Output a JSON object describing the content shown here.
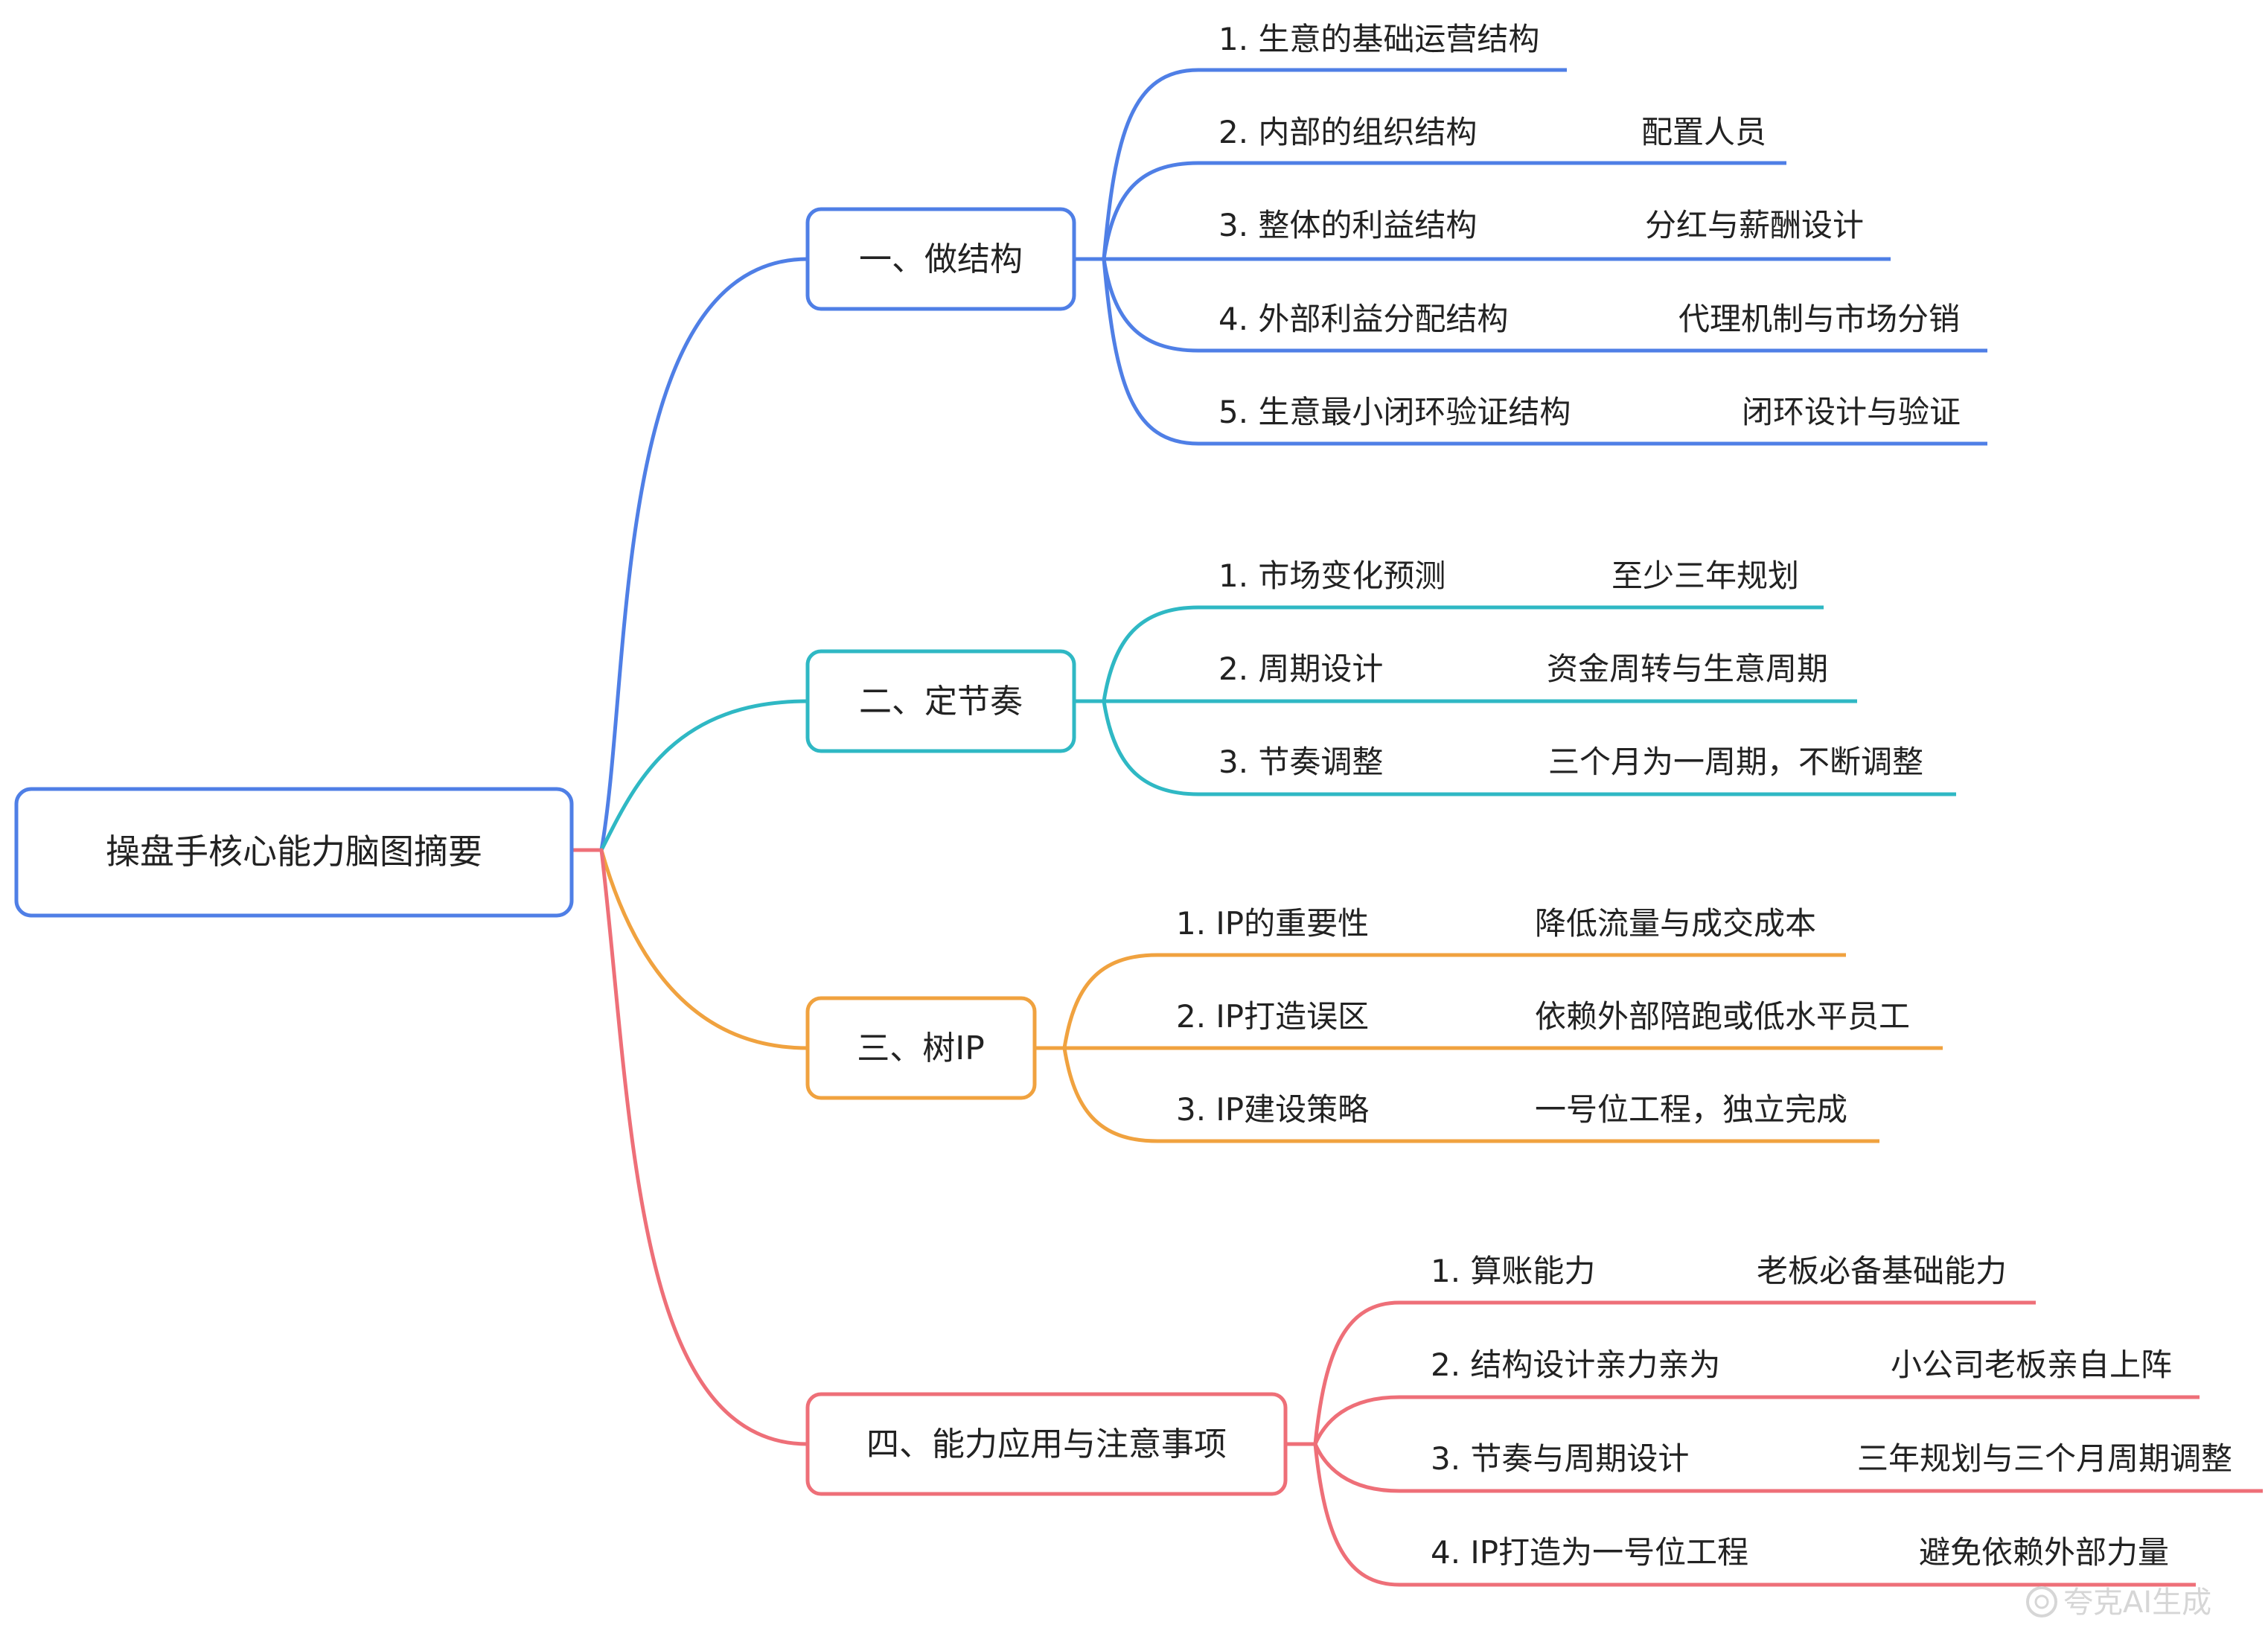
{
  "root": {
    "label": "操盘手核心能力脑图摘要"
  },
  "branches": [
    {
      "label": "一、做结构",
      "color": "#4F7FE6",
      "items": [
        {
          "label": "1. 生意的基础运营结构",
          "note": ""
        },
        {
          "label": "2. 内部的组织结构",
          "note": "配置人员"
        },
        {
          "label": "3. 整体的利益结构",
          "note": "分红与薪酬设计"
        },
        {
          "label": "4. 外部利益分配结构",
          "note": "代理机制与市场分销"
        },
        {
          "label": "5. 生意最小闭环验证结构",
          "note": "闭环设计与验证"
        }
      ]
    },
    {
      "label": "二、定节奏",
      "color": "#2FB8C4",
      "items": [
        {
          "label": "1. 市场变化预测",
          "note": "至少三年规划"
        },
        {
          "label": "2. 周期设计",
          "note": "资金周转与生意周期"
        },
        {
          "label": "3. 节奏调整",
          "note": "三个月为一周期，不断调整"
        }
      ]
    },
    {
      "label": "三、树IP",
      "color": "#F0A23F",
      "items": [
        {
          "label": "1. IP的重要性",
          "note": "降低流量与成交成本"
        },
        {
          "label": "2. IP打造误区",
          "note": "依赖外部陪跑或低水平员工"
        },
        {
          "label": "3. IP建设策略",
          "note": "一号位工程，独立完成"
        }
      ]
    },
    {
      "label": "四、能力应用与注意事项",
      "color": "#EE6F78",
      "items": [
        {
          "label": "1. 算账能力",
          "note": "老板必备基础能力"
        },
        {
          "label": "2. 结构设计亲力亲为",
          "note": "小公司老板亲自上阵"
        },
        {
          "label": "3. 节奏与周期设计",
          "note": "三年规划与三个月周期调整"
        },
        {
          "label": "4. IP打造为一号位工程",
          "note": "避免依赖外部力量"
        }
      ]
    }
  ],
  "colors": {
    "root_border": "#4F7FE6"
  },
  "watermark": "夸克AI生成"
}
